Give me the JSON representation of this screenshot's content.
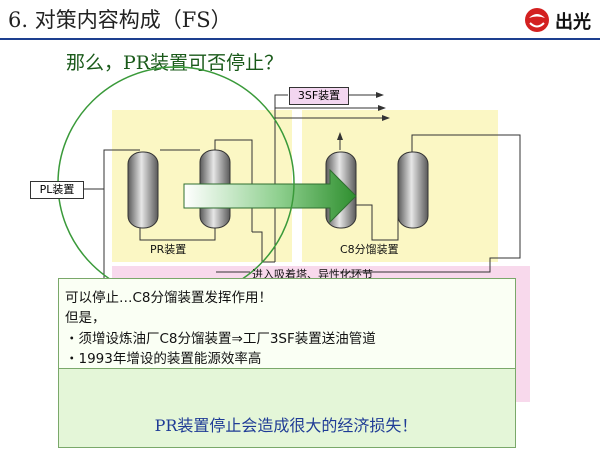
{
  "header": {
    "title": "6. 对策内容构成（FS）",
    "logo_text": "出光"
  },
  "subtitle": "那么，PR装置可否停止？",
  "diagram": {
    "pl_unit": "PL装置",
    "sf3_unit": "3SF装置",
    "pr_unit": "PR装置",
    "c8_unit": "C8分馏装置",
    "pink_note": "进入吸着塔、异性化环节"
  },
  "explanation": {
    "line1": "可以停止…C8分馏装置发挥作用！",
    "line2": "但是，",
    "bullet1": "・须增设炼油厂C8分馏装置⇒工厂3SF装置送油管道",
    "bullet2": "・1993年增设的装置能源效率高"
  },
  "conclusion": "PR装置停止会造成很大的经济损失！",
  "colors": {
    "accent_blue": "#1d3f8f",
    "arrow_green": "#3fa63f",
    "conclusion_blue": "#1f3c96"
  }
}
